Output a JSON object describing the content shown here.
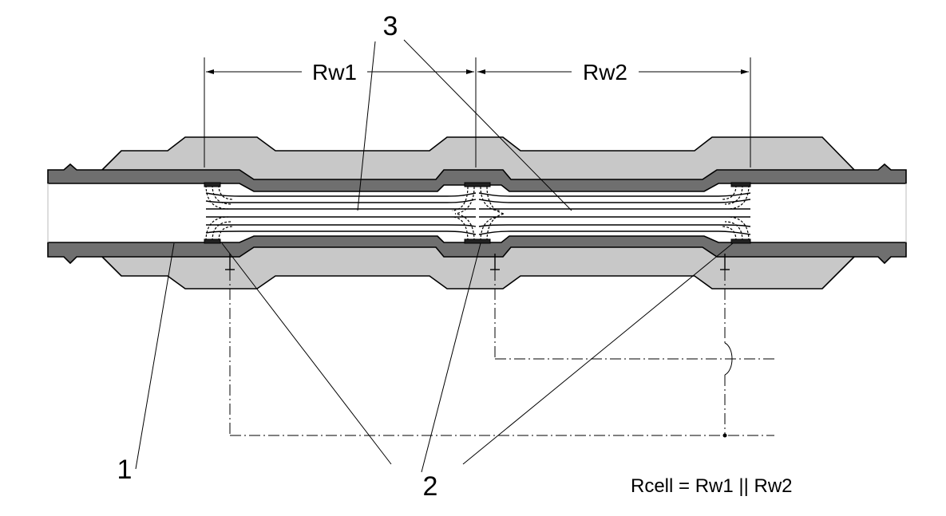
{
  "labels": {
    "rw1": "Rw1",
    "rw2": "Rw2",
    "num1": "1",
    "num2": "2",
    "num3": "3",
    "formula": "Rcell = Rw1 || Rw2"
  },
  "colors": {
    "outer_fill": "#c8c8c8",
    "wall_fill": "#6f6f6f",
    "inner_fill": "#ffffff",
    "line": "#000000",
    "fiber_channel": "#d9d9d9"
  }
}
